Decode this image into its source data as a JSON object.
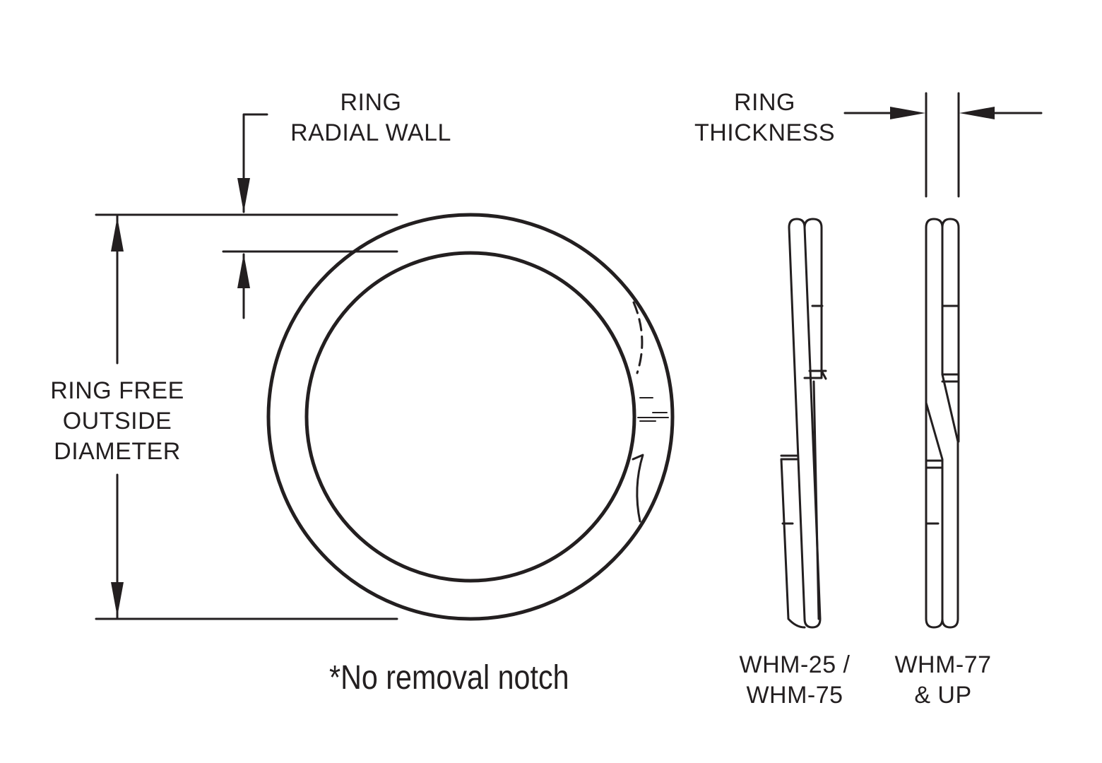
{
  "labels": {
    "radial_wall": [
      "RING",
      "RADIAL WALL"
    ],
    "thickness": [
      "RING",
      "THICKNESS"
    ],
    "outside_diameter": [
      "RING FREE",
      "OUTSIDE",
      "DIAMETER"
    ],
    "variant_a": [
      "WHM-25 /",
      "WHM-75"
    ],
    "variant_b": [
      "WHM-77",
      "& UP"
    ]
  },
  "note": "*No removal notch",
  "colors": {
    "ink": "#231f20",
    "background": "#ffffff"
  }
}
